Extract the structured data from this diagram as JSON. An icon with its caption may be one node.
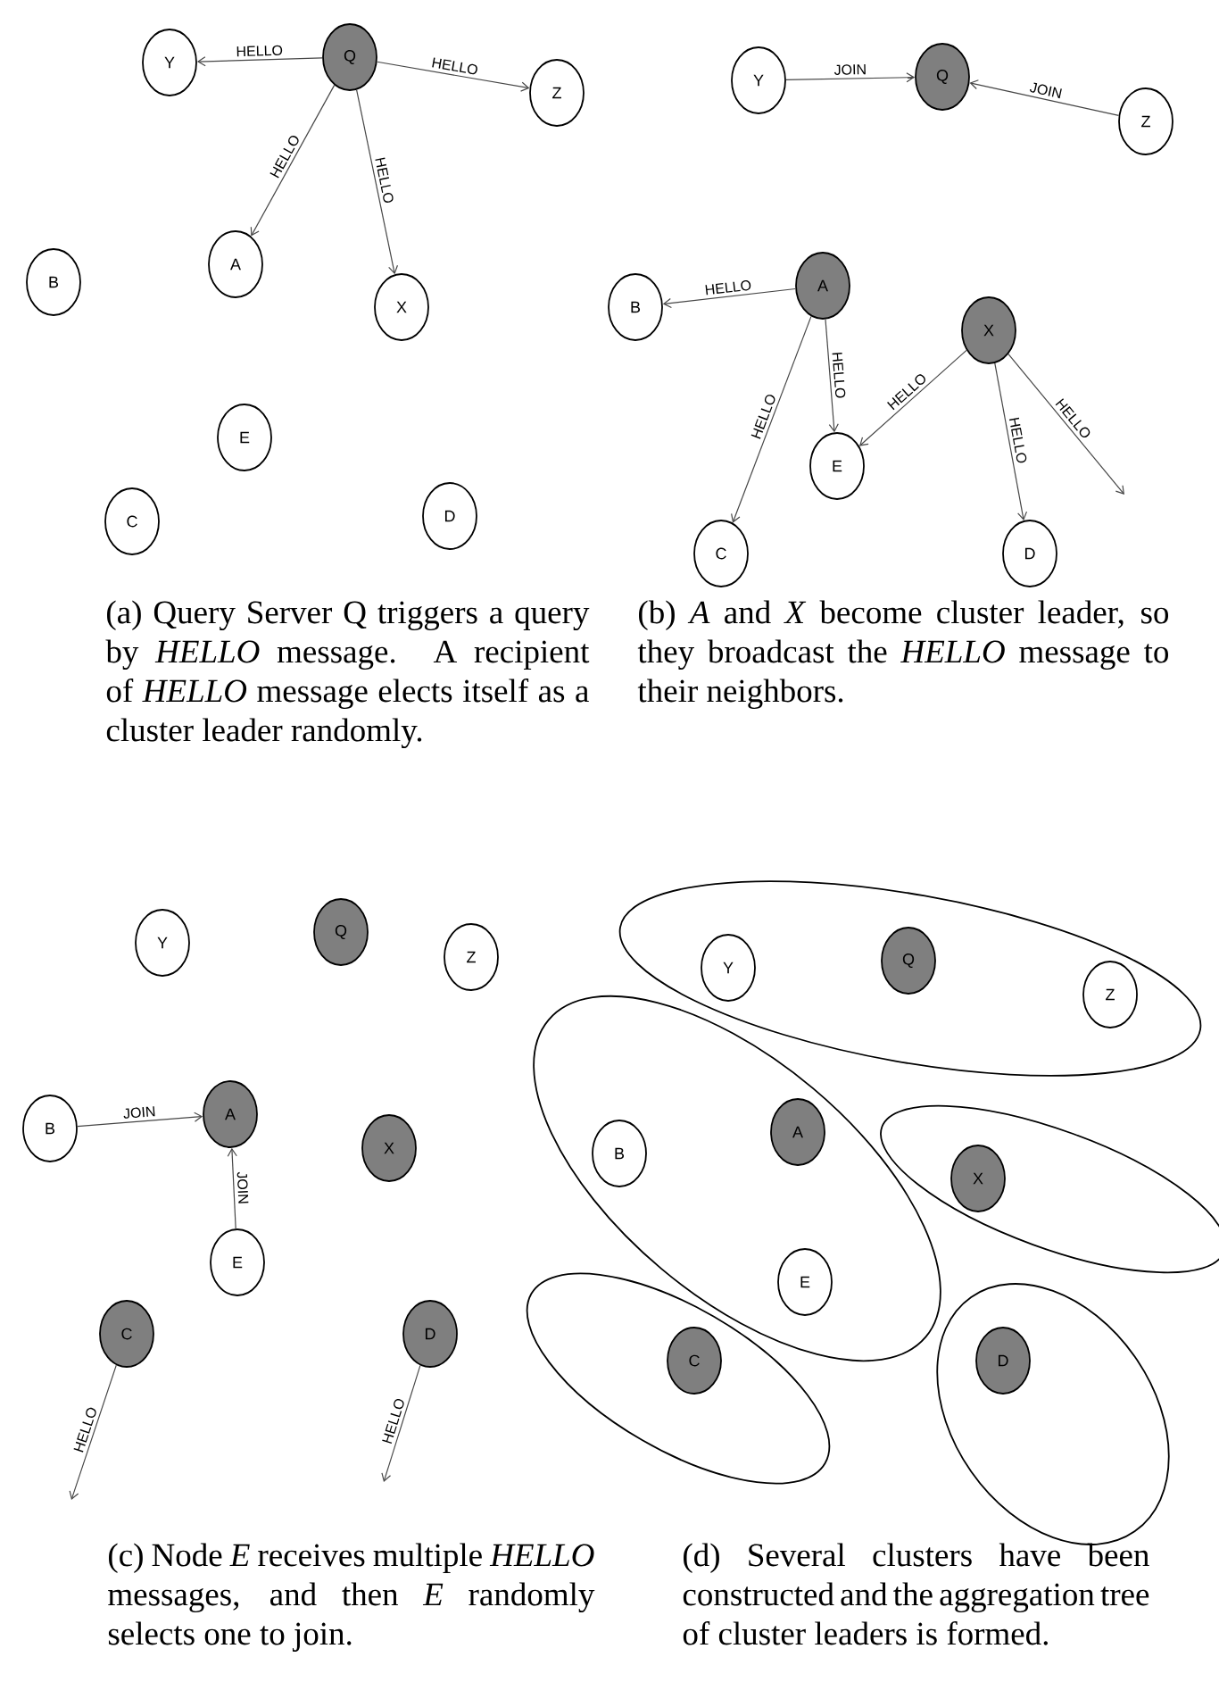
{
  "diagram": {
    "nodes": [
      {
        "text": [
          "Y"
        ]
      },
      {
        "text": [
          "Q"
        ]
      },
      {
        "text": [
          "Z"
        ]
      },
      {
        "text": [
          "A"
        ]
      },
      {
        "text": [
          "X"
        ]
      },
      {
        "text": [
          "B"
        ]
      },
      {
        "text": [
          "E"
        ]
      },
      {
        "text": [
          "C"
        ]
      },
      {
        "text": [
          "D"
        ]
      },
      {
        "text": [
          "Y"
        ]
      },
      {
        "text": [
          "Q"
        ]
      },
      {
        "text": [
          "Z"
        ]
      },
      {
        "text": [
          "A"
        ]
      },
      {
        "text": [
          "X"
        ]
      },
      {
        "text": [
          "B"
        ]
      },
      {
        "text": [
          "E"
        ]
      },
      {
        "text": [
          "C"
        ]
      },
      {
        "text": [
          "D"
        ]
      },
      {
        "text": [
          "Y"
        ]
      },
      {
        "text": [
          "Q"
        ]
      },
      {
        "text": [
          "Z"
        ]
      },
      {
        "text": [
          "B"
        ]
      },
      {
        "text": [
          "A"
        ]
      },
      {
        "text": [
          "X"
        ]
      },
      {
        "text": [
          "E"
        ]
      },
      {
        "text": [
          "C"
        ]
      },
      {
        "text": [
          "D"
        ]
      },
      {
        "text": [],
        "shape": "ellipse"
      },
      {
        "text": [
          "Y"
        ],
        "in": 27
      },
      {
        "text": [
          "Q"
        ],
        "in": 27
      },
      {
        "text": [
          "Z"
        ],
        "in": 27
      },
      {
        "text": [],
        "shape": "ellipse"
      },
      {
        "text": [
          "B"
        ],
        "in": 31
      },
      {
        "text": [
          "A"
        ],
        "in": 31
      },
      {
        "text": [
          "E"
        ],
        "in": 31
      },
      {
        "text": [],
        "shape": "ellipse"
      },
      {
        "text": [
          "X"
        ],
        "in": 35
      },
      {
        "text": [],
        "shape": "ellipse"
      },
      {
        "text": [
          "C"
        ],
        "in": 37
      },
      {
        "text": [],
        "shape": "ellipse"
      },
      {
        "text": [
          "D"
        ],
        "in": 39
      }
    ],
    "edges": [
      {
        "from": 1,
        "to": 0,
        "arrow": "to",
        "label": "HELLO"
      },
      {
        "from": 1,
        "to": 2,
        "arrow": "to",
        "label": "HELLO"
      },
      {
        "from": 1,
        "to": 3,
        "arrow": "to",
        "label": "HELLO"
      },
      {
        "from": 1,
        "to": 4,
        "arrow": "to",
        "label": "HELLO"
      },
      {
        "from": 9,
        "to": 10,
        "arrow": "to",
        "label": "JOIN"
      },
      {
        "from": 11,
        "to": 10,
        "arrow": "to",
        "label": "JOIN"
      },
      {
        "from": 12,
        "to": 14,
        "arrow": "to",
        "label": "HELLO"
      },
      {
        "from": 12,
        "to": 16,
        "arrow": "to",
        "label": "HELLO"
      },
      {
        "from": 12,
        "to": 15,
        "arrow": "to",
        "label": "HELLO"
      },
      {
        "from": 13,
        "to": 15,
        "arrow": "to",
        "label": "HELLO"
      },
      {
        "from": 13,
        "to": 17,
        "arrow": "to",
        "label": "HELLO"
      },
      {
        "from": 13,
        "to": null,
        "arrow": "to",
        "label": "HELLO"
      },
      {
        "from": 21,
        "to": 22,
        "arrow": "to",
        "label": "JOIN"
      },
      {
        "from": 24,
        "to": 22,
        "arrow": "to",
        "label": "JOIN"
      },
      {
        "from": 25,
        "to": null,
        "arrow": "to",
        "label": "HELLO"
      },
      {
        "from": 26,
        "to": null,
        "arrow": "to",
        "label": "HELLO"
      }
    ],
    "labels": [
      "(a) Query Server Q triggers a query by *HELLO* message. A recipient of *HELLO* message elects itself as a cluster leader randomly.",
      "(b) *A* and *X* become cluster leader, so they broadcast the *HELLO* message to their neighbors.",
      "(c) Node *E* receives multiple *HELLO* messages, and then *E* randomly selects one to join.",
      "(d) Several clusters have been constructed and the aggregation tree of cluster leaders is formed."
    ]
  }
}
